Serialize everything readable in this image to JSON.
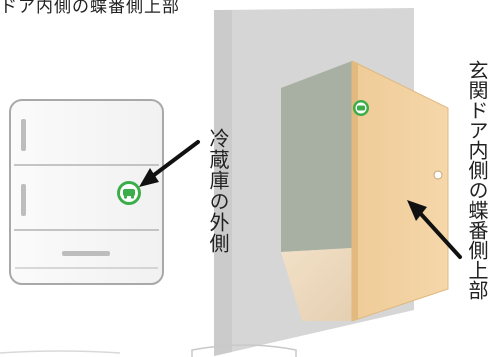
{
  "top_caption": "ドア内側の蝶番側上部",
  "fridge_label": "冷蔵庫の外側",
  "door_label": "玄関ドア内側の蝶番側上部",
  "colors": {
    "wall": "#d4d4d4",
    "wall_shadow": "#c7c7c7",
    "door_opening": "#a7b0a2",
    "floor": "#ead6bd",
    "door": "#f0cf9d",
    "door_edge": "#e3bb83",
    "fridge_outline": "#a9a9a9",
    "sticker_green": "#3cae49",
    "arrow": "#111111"
  },
  "icons": {
    "sticker": "green-round-sticker-icon",
    "arrow": "arrow-icon"
  }
}
